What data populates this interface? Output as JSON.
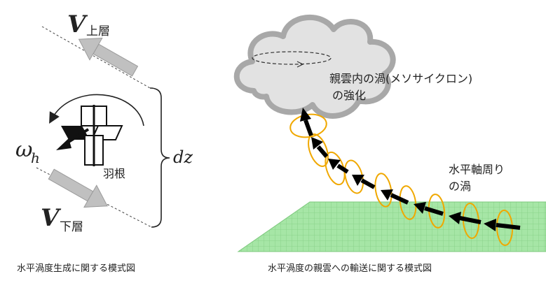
{
  "left_panel": {
    "v_upper_symbol": "V",
    "v_upper_sub": "上層",
    "v_lower_symbol": "V",
    "v_lower_sub": "下層",
    "omega_symbol": "ω",
    "omega_sub": "h",
    "blade_label": "羽根",
    "dz_label": "dz",
    "caption": "水平渦度生成に関する模式図"
  },
  "right_panel": {
    "cloud_label_line1": "親雲内の渦(メソサイクロン)",
    "cloud_label_line2": "の強化",
    "axis_label_line1": "水平軸周り",
    "axis_label_line2": "の渦",
    "caption": "水平渦度の親雲への輸送に関する模式図"
  },
  "colors": {
    "ground": "#9fe39f",
    "ring": "#f0a800",
    "cloud_fill": "#e2e2e2",
    "cloud_stroke": "#a8a8a8",
    "wind_arrow": "#bdbdbd"
  }
}
